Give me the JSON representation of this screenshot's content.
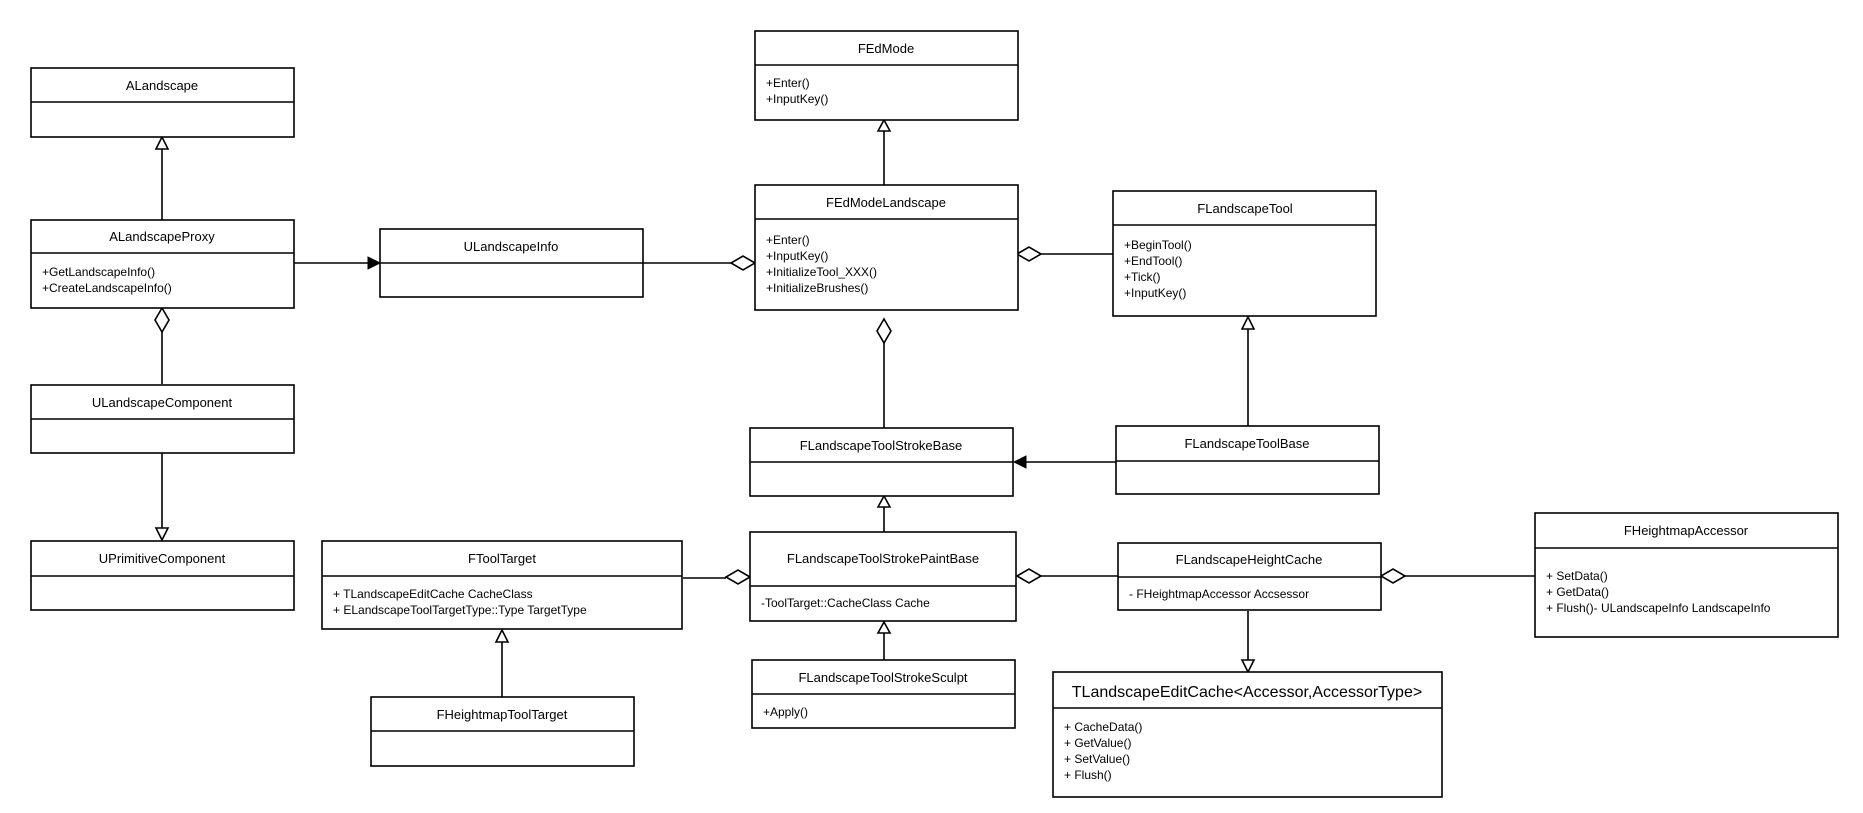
{
  "diagram": {
    "classes": {
      "alandscape": {
        "name": "ALandscape",
        "members": []
      },
      "alandscapeproxy": {
        "name": "ALandscapeProxy",
        "members": [
          "+GetLandscapeInfo()",
          "+CreateLandscapeInfo()"
        ]
      },
      "ulandscapecomponent": {
        "name": "ULandscapeComponent",
        "members": []
      },
      "uprimitivecomponent": {
        "name": "UPrimitiveComponent",
        "members": []
      },
      "ulandscapeinfo": {
        "name": "ULandscapeInfo",
        "members": []
      },
      "fedmode": {
        "name": "FEdMode",
        "members": [
          "+Enter()",
          "+InputKey()"
        ]
      },
      "fedmodelandscape": {
        "name": "FEdModeLandscape",
        "members": [
          "+Enter()",
          "+InputKey()",
          "+InitializeTool_XXX()",
          "+InitializeBrushes()"
        ]
      },
      "flandscapetool": {
        "name": "FLandscapeTool",
        "members": [
          "+BeginTool()",
          "+EndTool()",
          "+Tick()",
          "+InputKey()"
        ]
      },
      "flandscapetoolstrokebase": {
        "name": "FLandscapeToolStrokeBase",
        "members": []
      },
      "flandscapetoolbase": {
        "name": "FLandscapeToolBase",
        "members": []
      },
      "ftooltarget": {
        "name": "FToolTarget",
        "members": [
          "+ TLandscapeEditCache CacheClass",
          "+ ELandscapeToolTargetType::Type TargetType"
        ]
      },
      "flandscapetoolstrokepaintbase": {
        "name": "FLandscapeToolStrokePaintBase",
        "members": [
          "-ToolTarget::CacheClass Cache"
        ]
      },
      "flandscapeheightcache": {
        "name": "FLandscapeHeightCache",
        "members": [
          "- FHeightmapAccessor Accsessor"
        ]
      },
      "fheightmapaccessor": {
        "name": "FHeightmapAccessor",
        "members": [
          "+ SetData()",
          "+ GetData()",
          "+ Flush()- ULandscapeInfo LandscapeInfo"
        ]
      },
      "fheightmaptooltarget": {
        "name": "FHeightmapToolTarget",
        "members": []
      },
      "flandscapetoolstrokesculpt": {
        "name": "FLandscapeToolStrokeSculpt",
        "members": [
          "+Apply()"
        ]
      },
      "tlandscapeeditcache": {
        "name": "TLandscapeEditCache<Accessor,AccessorType>",
        "members": [
          "+ CacheData()",
          "+ GetValue()",
          "+ SetValue()",
          "+ Flush()"
        ]
      }
    },
    "relations": [
      {
        "from": "alandscapeproxy",
        "to": "alandscape",
        "kind": "generalization"
      },
      {
        "from": "ulandscapecomponent",
        "to": "uprimitivecomponent",
        "kind": "generalization"
      },
      {
        "from": "alandscapeproxy",
        "to": "ulandscapecomponent",
        "kind": "aggregation"
      },
      {
        "from": "alandscapeproxy",
        "to": "ulandscapeinfo",
        "kind": "association"
      },
      {
        "from": "fedmodelandscape",
        "to": "fedmode",
        "kind": "generalization"
      },
      {
        "from": "fedmodelandscape",
        "to": "ulandscapeinfo",
        "kind": "aggregation"
      },
      {
        "from": "fedmodelandscape",
        "to": "flandscapetool",
        "kind": "aggregation"
      },
      {
        "from": "fedmodelandscape",
        "to": "flandscapetoolstrokebase",
        "kind": "aggregation"
      },
      {
        "from": "flandscapetoolbase",
        "to": "flandscapetool",
        "kind": "generalization"
      },
      {
        "from": "flandscapetoolbase",
        "to": "flandscapetoolstrokebase",
        "kind": "association"
      },
      {
        "from": "flandscapetoolstrokepaintbase",
        "to": "flandscapetoolstrokebase",
        "kind": "generalization"
      },
      {
        "from": "flandscapetoolstrokepaintbase",
        "to": "ftooltarget",
        "kind": "aggregation"
      },
      {
        "from": "flandscapetoolstrokepaintbase",
        "to": "flandscapeheightcache",
        "kind": "aggregation"
      },
      {
        "from": "flandscapeheightcache",
        "to": "fheightmapaccessor",
        "kind": "aggregation"
      },
      {
        "from": "flandscapeheightcache",
        "to": "tlandscapeeditcache",
        "kind": "generalization"
      },
      {
        "from": "fheightmaptooltarget",
        "to": "ftooltarget",
        "kind": "generalization"
      },
      {
        "from": "flandscapetoolstrokesculpt",
        "to": "flandscapetoolstrokepaintbase",
        "kind": "generalization"
      }
    ]
  }
}
